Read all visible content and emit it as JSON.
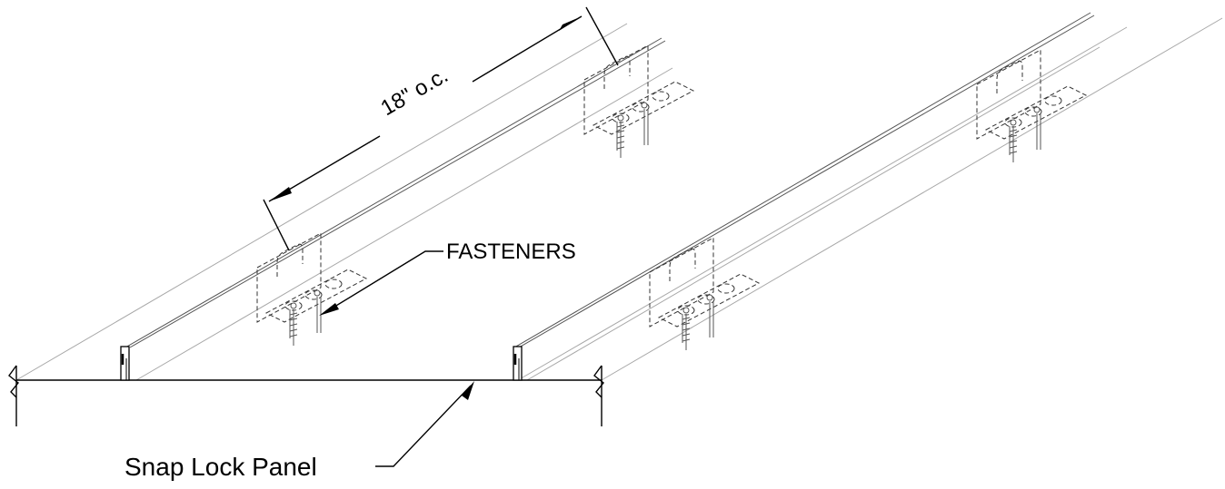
{
  "diagram": {
    "labels": {
      "spacing": "18\" o.c.",
      "fasteners": "FASTENERS",
      "panel": "Snap Lock Panel"
    },
    "colors": {
      "line": "#000000",
      "light_line": "#a8a8a8",
      "background": "#ffffff"
    }
  }
}
